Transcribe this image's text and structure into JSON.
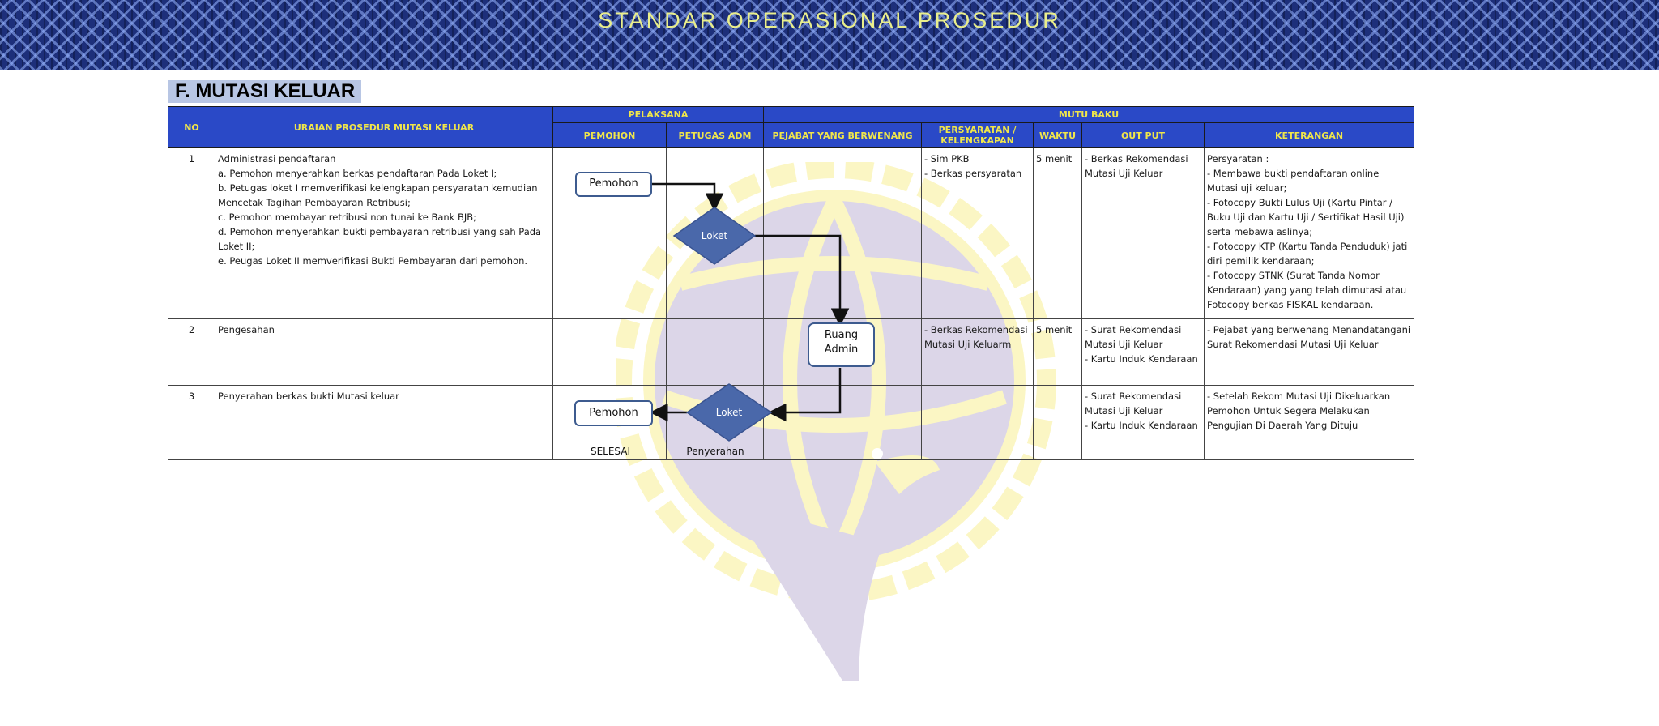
{
  "banner": {
    "title": "STANDAR OPERASIONAL PROSEDUR"
  },
  "section": {
    "title": "F. MUTASI KELUAR"
  },
  "table": {
    "headers": {
      "no": "NO",
      "uraian": "URAIAN PROSEDUR MUTASI KELUAR",
      "pelaksana": "PELAKSANA",
      "mutu_baku": "MUTU BAKU",
      "pemohon": "PEMOHON",
      "petugas": "PETUGAS ADM",
      "pejabat": "PEJABAT YANG BERWENANG",
      "persyaratan": "PERSYARATAN / KELENGKAPAN",
      "waktu": "WAKTU",
      "output": "OUT PUT",
      "keterangan": "KETERANGAN"
    },
    "rows": [
      {
        "no": "1",
        "uraian": [
          "Administrasi pendaftaran",
          "a.  Pemohon menyerahkan berkas pendaftaran Pada Loket I;",
          "b.   Petugas loket I memverifikasi kelengkapan persyaratan kemudian Mencetak Tagihan Pembayaran Retribusi;",
          "c.  Pemohon membayar retribusi non tunai ke Bank BJB;",
          "d.  Pemohon menyerahkan bukti pembayaran retribusi yang sah Pada Loket II;",
          "e.   Peugas Loket II memverifikasi Bukti Pembayaran dari pemohon."
        ],
        "persyaratan": [
          "-  Sim PKB",
          "-  Berkas persyaratan"
        ],
        "waktu": "5 menit",
        "output": [
          "- Berkas Rekomendasi Mutasi Uji Keluar"
        ],
        "keterangan": [
          "Persyaratan :",
          "- Membawa bukti pendaftaran online Mutasi uji keluar;",
          "- Fotocopy Bukti Lulus Uji (Kartu Pintar / Buku Uji dan Kartu Uji / Sertifikat Hasil Uji) serta mebawa aslinya;",
          "- Fotocopy KTP (Kartu Tanda Penduduk) jati diri pemilik kendaraan;",
          "- Fotocopy STNK (Surat Tanda Nomor Kendaraan) yang yang telah dimutasi atau Fotocopy berkas FISKAL kendaraan."
        ]
      },
      {
        "no": "2",
        "uraian": [
          "Pengesahan"
        ],
        "persyaratan": [
          "- Berkas Rekomendasi Mutasi Uji Keluarm"
        ],
        "waktu": "5 menit",
        "output": [
          "- Surat Rekomendasi Mutasi Uji Keluar",
          "- Kartu Induk Kendaraan"
        ],
        "keterangan": [
          "- Pejabat yang berwenang Menandatangani Surat Rekomendasi Mutasi Uji Keluar"
        ]
      },
      {
        "no": "3",
        "uraian": [
          "Penyerahan berkas bukti Mutasi keluar"
        ],
        "persyaratan": [],
        "waktu": "",
        "output": [
          "- Surat Rekomendasi Mutasi Uji Keluar",
          "- Kartu Induk Kendaraan"
        ],
        "keterangan": [
          "- Setelah Rekom Mutasi Uji Dikeluarkan Pemohon Untuk Segera Melakukan Pengujian Di Daerah Yang Dituju"
        ]
      }
    ]
  },
  "flow": {
    "pemohon_start": "Pemohon",
    "loket_1": "Loket",
    "ruang_admin": "Ruang Admin",
    "loket_2": "Loket",
    "pemohon_end": "Pemohon",
    "selesai": "SELESAI",
    "penyerahan": "Penyerahan"
  },
  "colors": {
    "header_bg": "#2a49c7",
    "header_text": "#f0e64a",
    "diamond": "#4a68aa",
    "banner": "#1d2f7a"
  }
}
